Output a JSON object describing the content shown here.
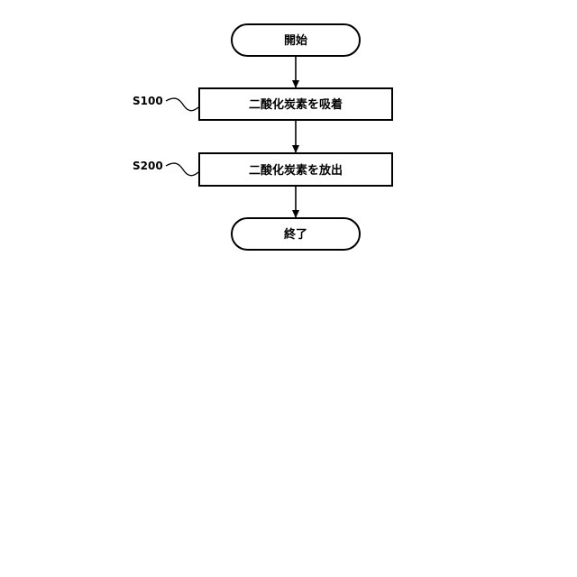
{
  "flowchart": {
    "start": {
      "label": "開始"
    },
    "steps": [
      {
        "id": "S100",
        "label": "二酸化炭素を吸着"
      },
      {
        "id": "S200",
        "label": "二酸化炭素を放出"
      }
    ],
    "end": {
      "label": "終了"
    }
  }
}
